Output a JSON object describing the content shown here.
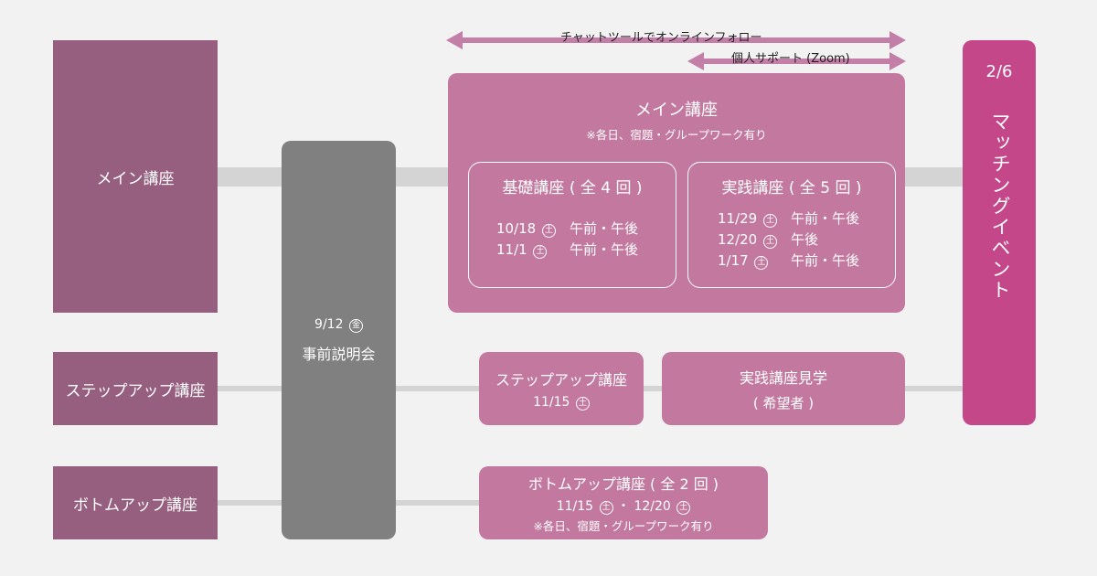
{
  "colors": {
    "row_label_bg": "#975f7f",
    "hub_bg": "#808080",
    "course_bg": "#c2789f",
    "event_bg": "#c4478a",
    "connector": "#d4d4d4",
    "arrow": "#c47fa8"
  },
  "rows": {
    "main": "メイン講座",
    "stepup": "ステップアップ講座",
    "bottomup": "ボトムアップ講座"
  },
  "hub": {
    "date": "9/12",
    "day": "金",
    "label": "事前説明会"
  },
  "arrows": {
    "chat": "チャットツールでオンラインフォロー",
    "support": "個人サポート (Zoom)"
  },
  "main_course": {
    "title": "メイン講座",
    "note": "※各日、宿題・グループワーク有り",
    "basic": {
      "title": "基礎講座 ( 全 4 回 )",
      "sessions": [
        {
          "date": "10/18",
          "day": "土",
          "time": "午前・午後"
        },
        {
          "date": "11/1",
          "day": "土",
          "time": "午前・午後"
        }
      ]
    },
    "practice": {
      "title": "実践講座 ( 全 5 回 )",
      "sessions": [
        {
          "date": "11/29",
          "day": "土",
          "time": "午前・午後"
        },
        {
          "date": "12/20",
          "day": "土",
          "time": "午後"
        },
        {
          "date": "1/17",
          "day": "土",
          "time": "午前・午後"
        }
      ]
    }
  },
  "stepup_course": {
    "title": "ステップアップ講座",
    "date": "11/15",
    "day": "土"
  },
  "observation": {
    "title": "実践講座見学",
    "sub": "( 希望者 )"
  },
  "bottomup_course": {
    "title": "ボトムアップ講座 ( 全 2 回 )",
    "date1": "11/15",
    "day1": "土",
    "sep": "・",
    "date2": "12/20",
    "day2": "土",
    "note": "※各日、宿題・グループワーク有り"
  },
  "event": {
    "date": "2/6",
    "label": "マッチングイベント"
  }
}
